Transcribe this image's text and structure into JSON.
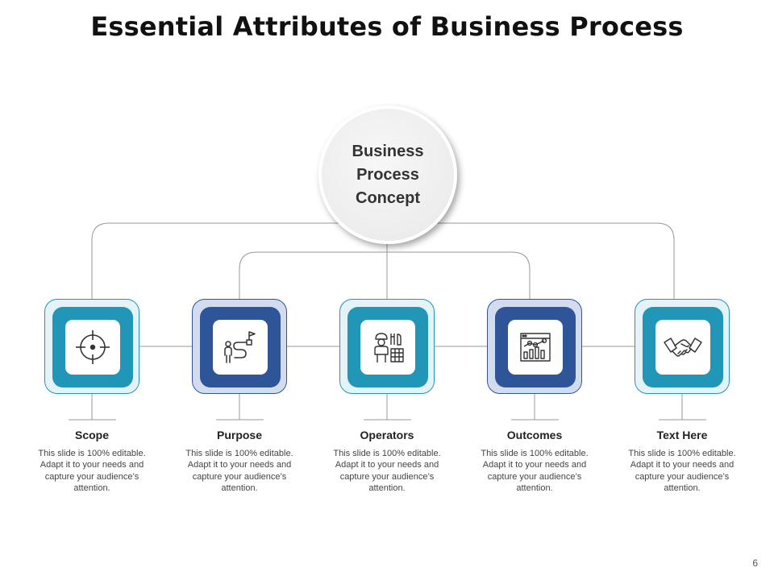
{
  "slide": {
    "title": "Essential Attributes of Business Process",
    "page_number": "6"
  },
  "center": {
    "label": "Business Process Concept"
  },
  "items": [
    {
      "title": "Scope",
      "icon": "crosshair-icon",
      "tone": "teal",
      "description": "This slide is 100% editable. Adapt it to your needs and capture your audience’s attention."
    },
    {
      "title": "Purpose",
      "icon": "person-path-flag-icon",
      "tone": "navy",
      "description": "This slide is 100% editable. Adapt it to your needs and capture your audience’s attention."
    },
    {
      "title": "Operators",
      "icon": "operator-tools-icon",
      "tone": "teal",
      "description": "This slide is 100% editable. Adapt it to your needs and capture your audience’s attention."
    },
    {
      "title": "Outcomes",
      "icon": "analytics-dashboard-icon",
      "tone": "navy",
      "description": "This slide is 100% editable. Adapt it to your needs and capture your audience’s attention."
    },
    {
      "title": "Text Here",
      "icon": "handshake-icon",
      "tone": "teal",
      "description": "This slide is 100% editable. Adapt it to your needs and capture your audience’s attention."
    }
  ],
  "colors": {
    "teal": "#2196b6",
    "teal_outer": "#e3f3f8",
    "teal_border": "#2196b6",
    "navy": "#2e5597",
    "navy_outer": "#d2dcee",
    "navy_border": "#2e5597",
    "connector": "#9a9a9a"
  }
}
